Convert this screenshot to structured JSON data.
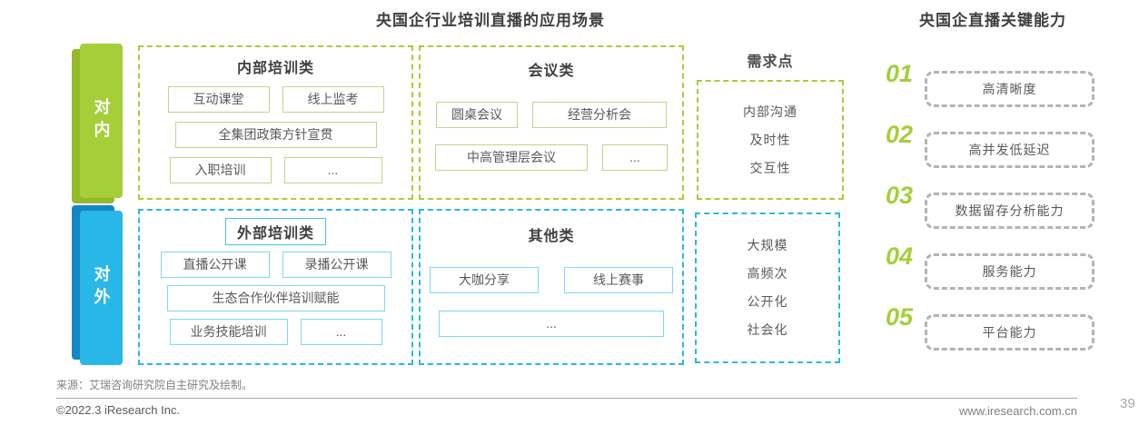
{
  "titles": {
    "left": "央国企行业培训直播的应用场景",
    "right": "央国企直播关键能力"
  },
  "row_internal": {
    "label": "对内",
    "cat1": {
      "title": "内部培训类",
      "r1c1": "互动课堂",
      "r1c2": "线上监考",
      "r2c1": "全集团政策方针宣贯",
      "r3c1": "入职培训",
      "r3c2": "..."
    },
    "cat2": {
      "title": "会议类",
      "r1c1": "圆桌会议",
      "r1c2": "经营分析会",
      "r2c1": "中高管理层会议",
      "r2c2": "..."
    },
    "demand_title": "需求点",
    "demands": {
      "d1": "内部沟通",
      "d2": "及时性",
      "d3": "交互性"
    }
  },
  "row_external": {
    "label": "对外",
    "cat1": {
      "title": "外部培训类",
      "r1c1": "直播公开课",
      "r1c2": "录播公开课",
      "r2c1": "生态合作伙伴培训赋能",
      "r3c1": "业务技能培训",
      "r3c2": "..."
    },
    "cat2": {
      "title": "其他类",
      "r1c1": "大咖分享",
      "r1c2": "线上赛事",
      "r2c1": "..."
    },
    "demands": {
      "d1": "大规模",
      "d2": "高频次",
      "d3": "公开化",
      "d4": "社会化"
    }
  },
  "capabilities": {
    "title": "央国企直播关键能力",
    "items": [
      {
        "num": "01",
        "label": "高清晰度"
      },
      {
        "num": "02",
        "label": "高并发低延迟"
      },
      {
        "num": "03",
        "label": "数据留存分析能力"
      },
      {
        "num": "04",
        "label": "服务能力"
      },
      {
        "num": "05",
        "label": "平台能力"
      }
    ]
  },
  "footer": {
    "source": "来源：艾瑞咨询研究院自主研究及绘制。",
    "copyright": "©2022.3 iResearch Inc.",
    "website": "www.iresearch.com.cn",
    "page": "39"
  },
  "colors": {
    "green": "#a5ce39",
    "green_dark": "#93ba2a",
    "blue": "#29b7e8",
    "blue_dark": "#1387c4",
    "dash_gray": "#b3b3b3"
  }
}
